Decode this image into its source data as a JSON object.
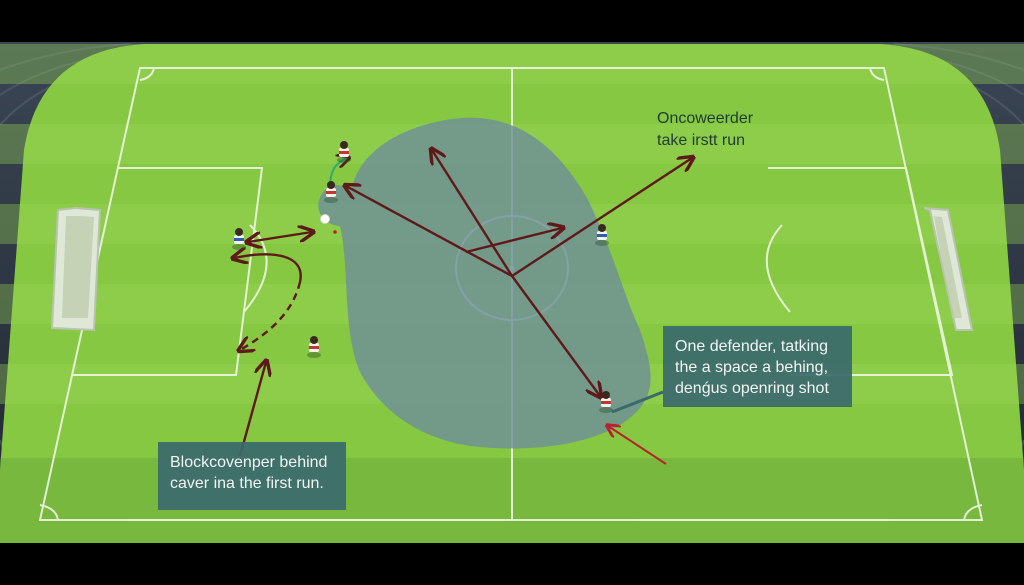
{
  "annotations": {
    "top_right": {
      "line1": "Oncoweerder",
      "line2": "take irstt run"
    },
    "right_box": {
      "line1": "One defender, tatking",
      "line2": "the a space a behing,",
      "line3": "denǵus openring shot"
    },
    "bottom_left_box": {
      "line1": "Blockcovenper behind",
      "line2": "caver ina the first run."
    }
  },
  "colors": {
    "pitch_light": "#8fcf4a",
    "pitch_dark": "#76bb36",
    "zone_fill": "#6f8f99",
    "arrow": "#5e1a1a",
    "label_box": "#3b696c",
    "stands": "#2b3440"
  },
  "icons": [
    "player-icon",
    "ball-icon",
    "goal-icon",
    "arrow-icon"
  ]
}
